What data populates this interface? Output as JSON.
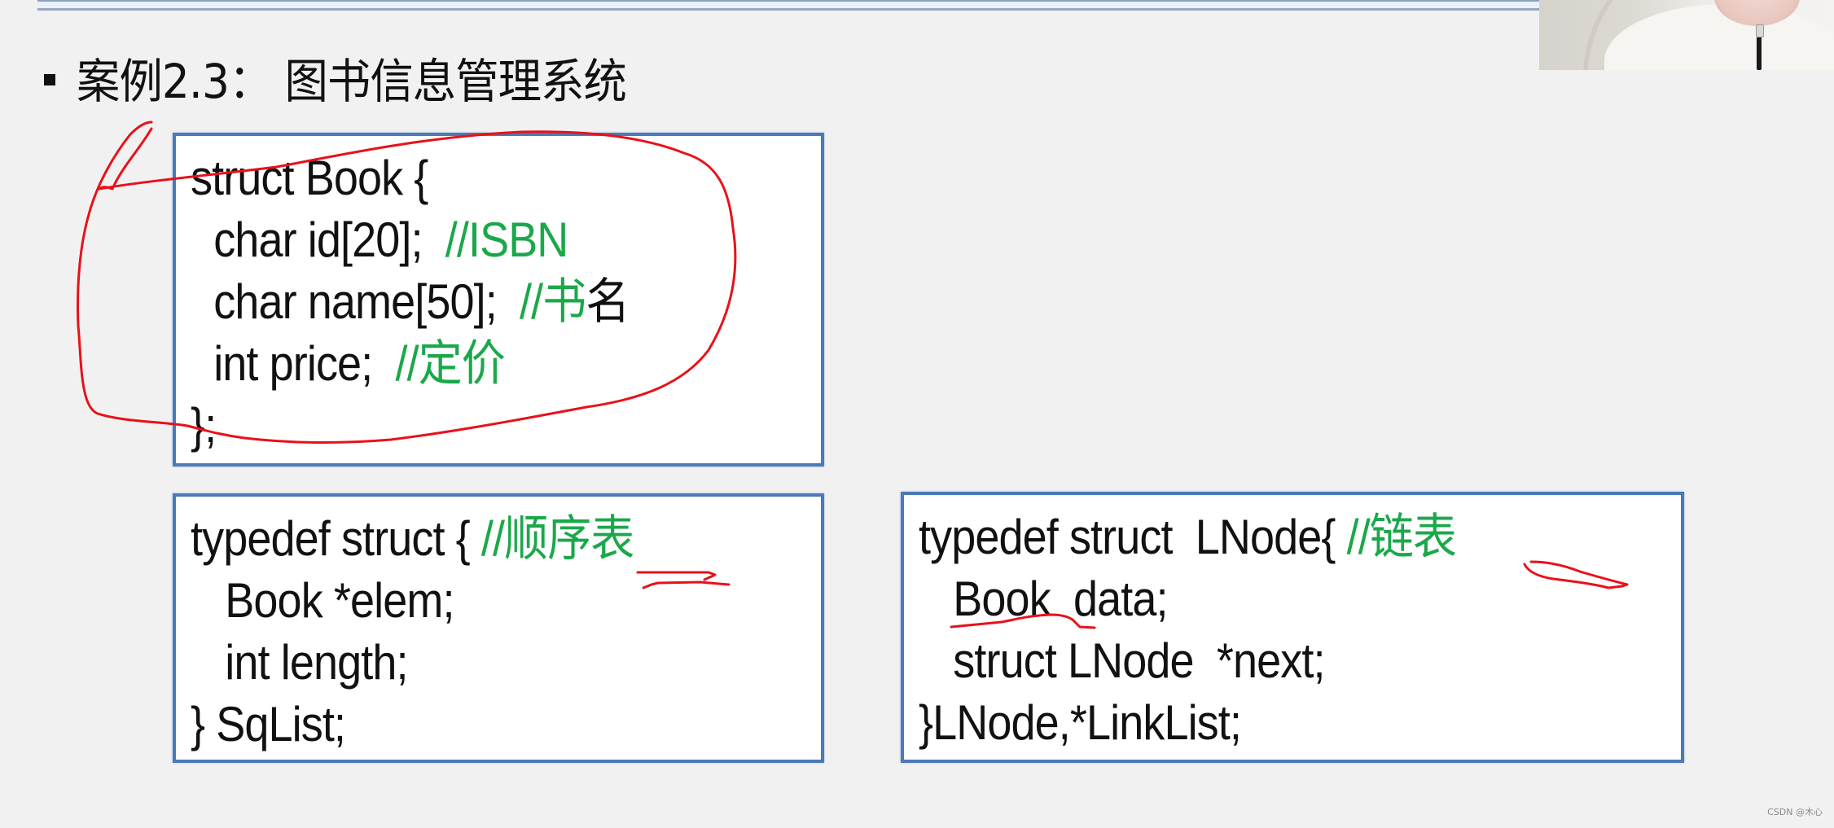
{
  "slide": {
    "title_bullet_icon": "square-bullet-icon",
    "title": "案例2.3： 图书信息管理系统"
  },
  "code_boxes": {
    "book": {
      "lines": [
        {
          "code": "struct Book {",
          "comment": "",
          "comment_tail": ""
        },
        {
          "code": "  char id[20];  ",
          "comment": "//ISBN",
          "comment_tail": ""
        },
        {
          "code": "  char name[50];  ",
          "comment": "//书",
          "comment_tail": "名"
        },
        {
          "code": "  int price;  ",
          "comment": "//定价",
          "comment_tail": ""
        },
        {
          "code": "};",
          "comment": "",
          "comment_tail": ""
        }
      ]
    },
    "sqlist": {
      "lines": [
        {
          "code": "typedef struct { ",
          "comment": "//顺序表"
        },
        {
          "code": "   Book *elem;",
          "comment": ""
        },
        {
          "code": "   int length;",
          "comment": ""
        },
        {
          "code": "} SqList;",
          "comment": ""
        }
      ]
    },
    "lnode": {
      "lines": [
        {
          "code": "typedef struct  LNode{ ",
          "comment": "//链表"
        },
        {
          "code": "   Book  data;",
          "comment": ""
        },
        {
          "code": "   struct LNode  *next;",
          "comment": ""
        },
        {
          "code": "}LNode,*LinkList;",
          "comment": ""
        }
      ]
    }
  },
  "annotations": {
    "ink_color": "#e8111a",
    "items": [
      "circle-around-struct-book",
      "double-underline-shunxubiao",
      "underline-lianbiao",
      "underline-book-data"
    ]
  },
  "colors": {
    "background": "#f1f1f1",
    "box_border": "#4a7ab8",
    "comment_green": "#1aa84a",
    "text": "#111111"
  },
  "webcam": {
    "label": "webcam-overlay"
  },
  "watermark": "CSDN @木心"
}
